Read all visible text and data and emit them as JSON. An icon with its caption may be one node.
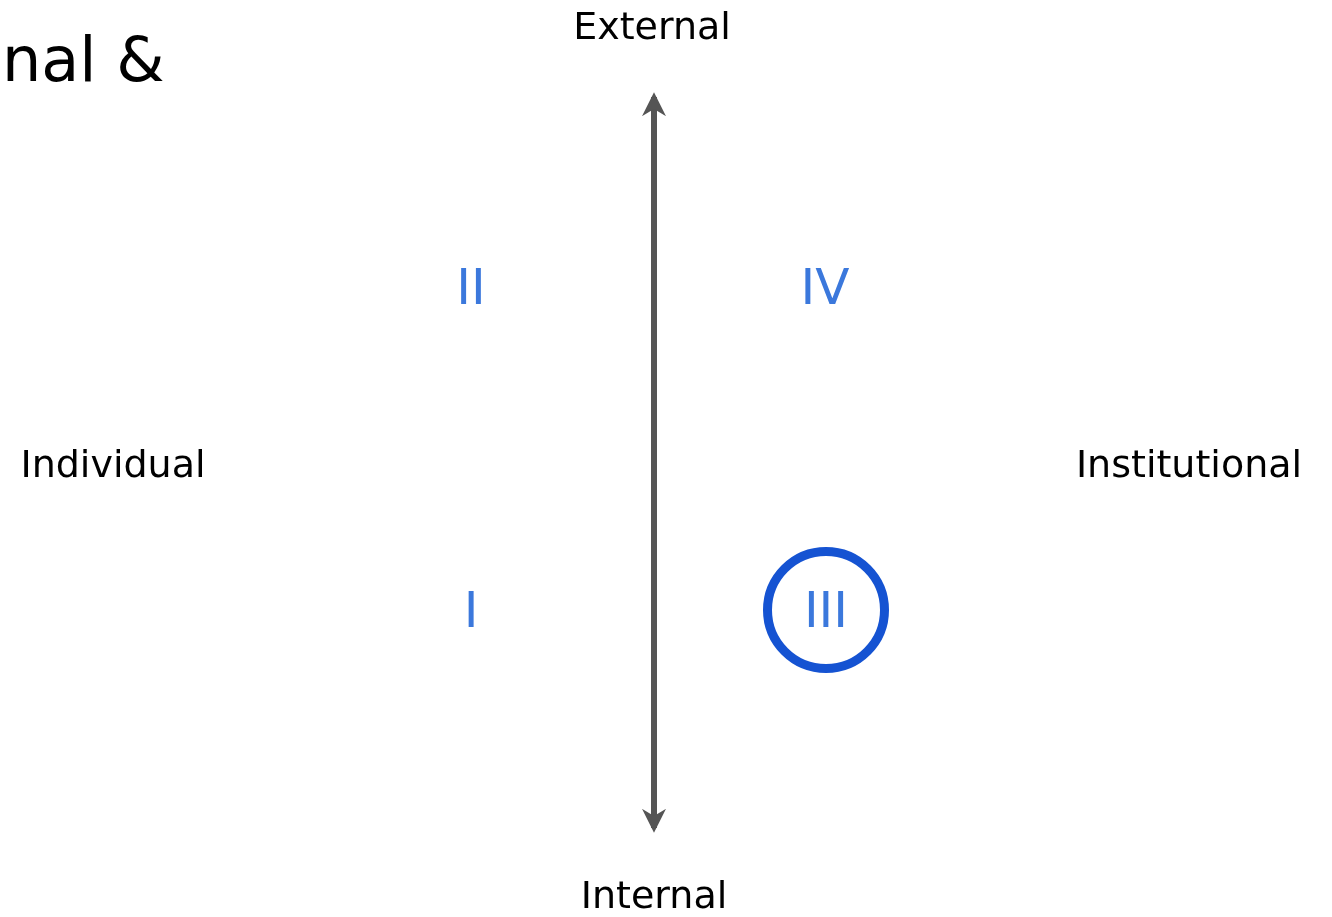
{
  "diagram": {
    "nodes": [
      {
        "text": [
          "III"
        ]
      }
    ],
    "labels": [
      "nal &",
      "External",
      "II",
      "IV",
      "Individual",
      "Institutional",
      "I",
      "Internal"
    ]
  }
}
